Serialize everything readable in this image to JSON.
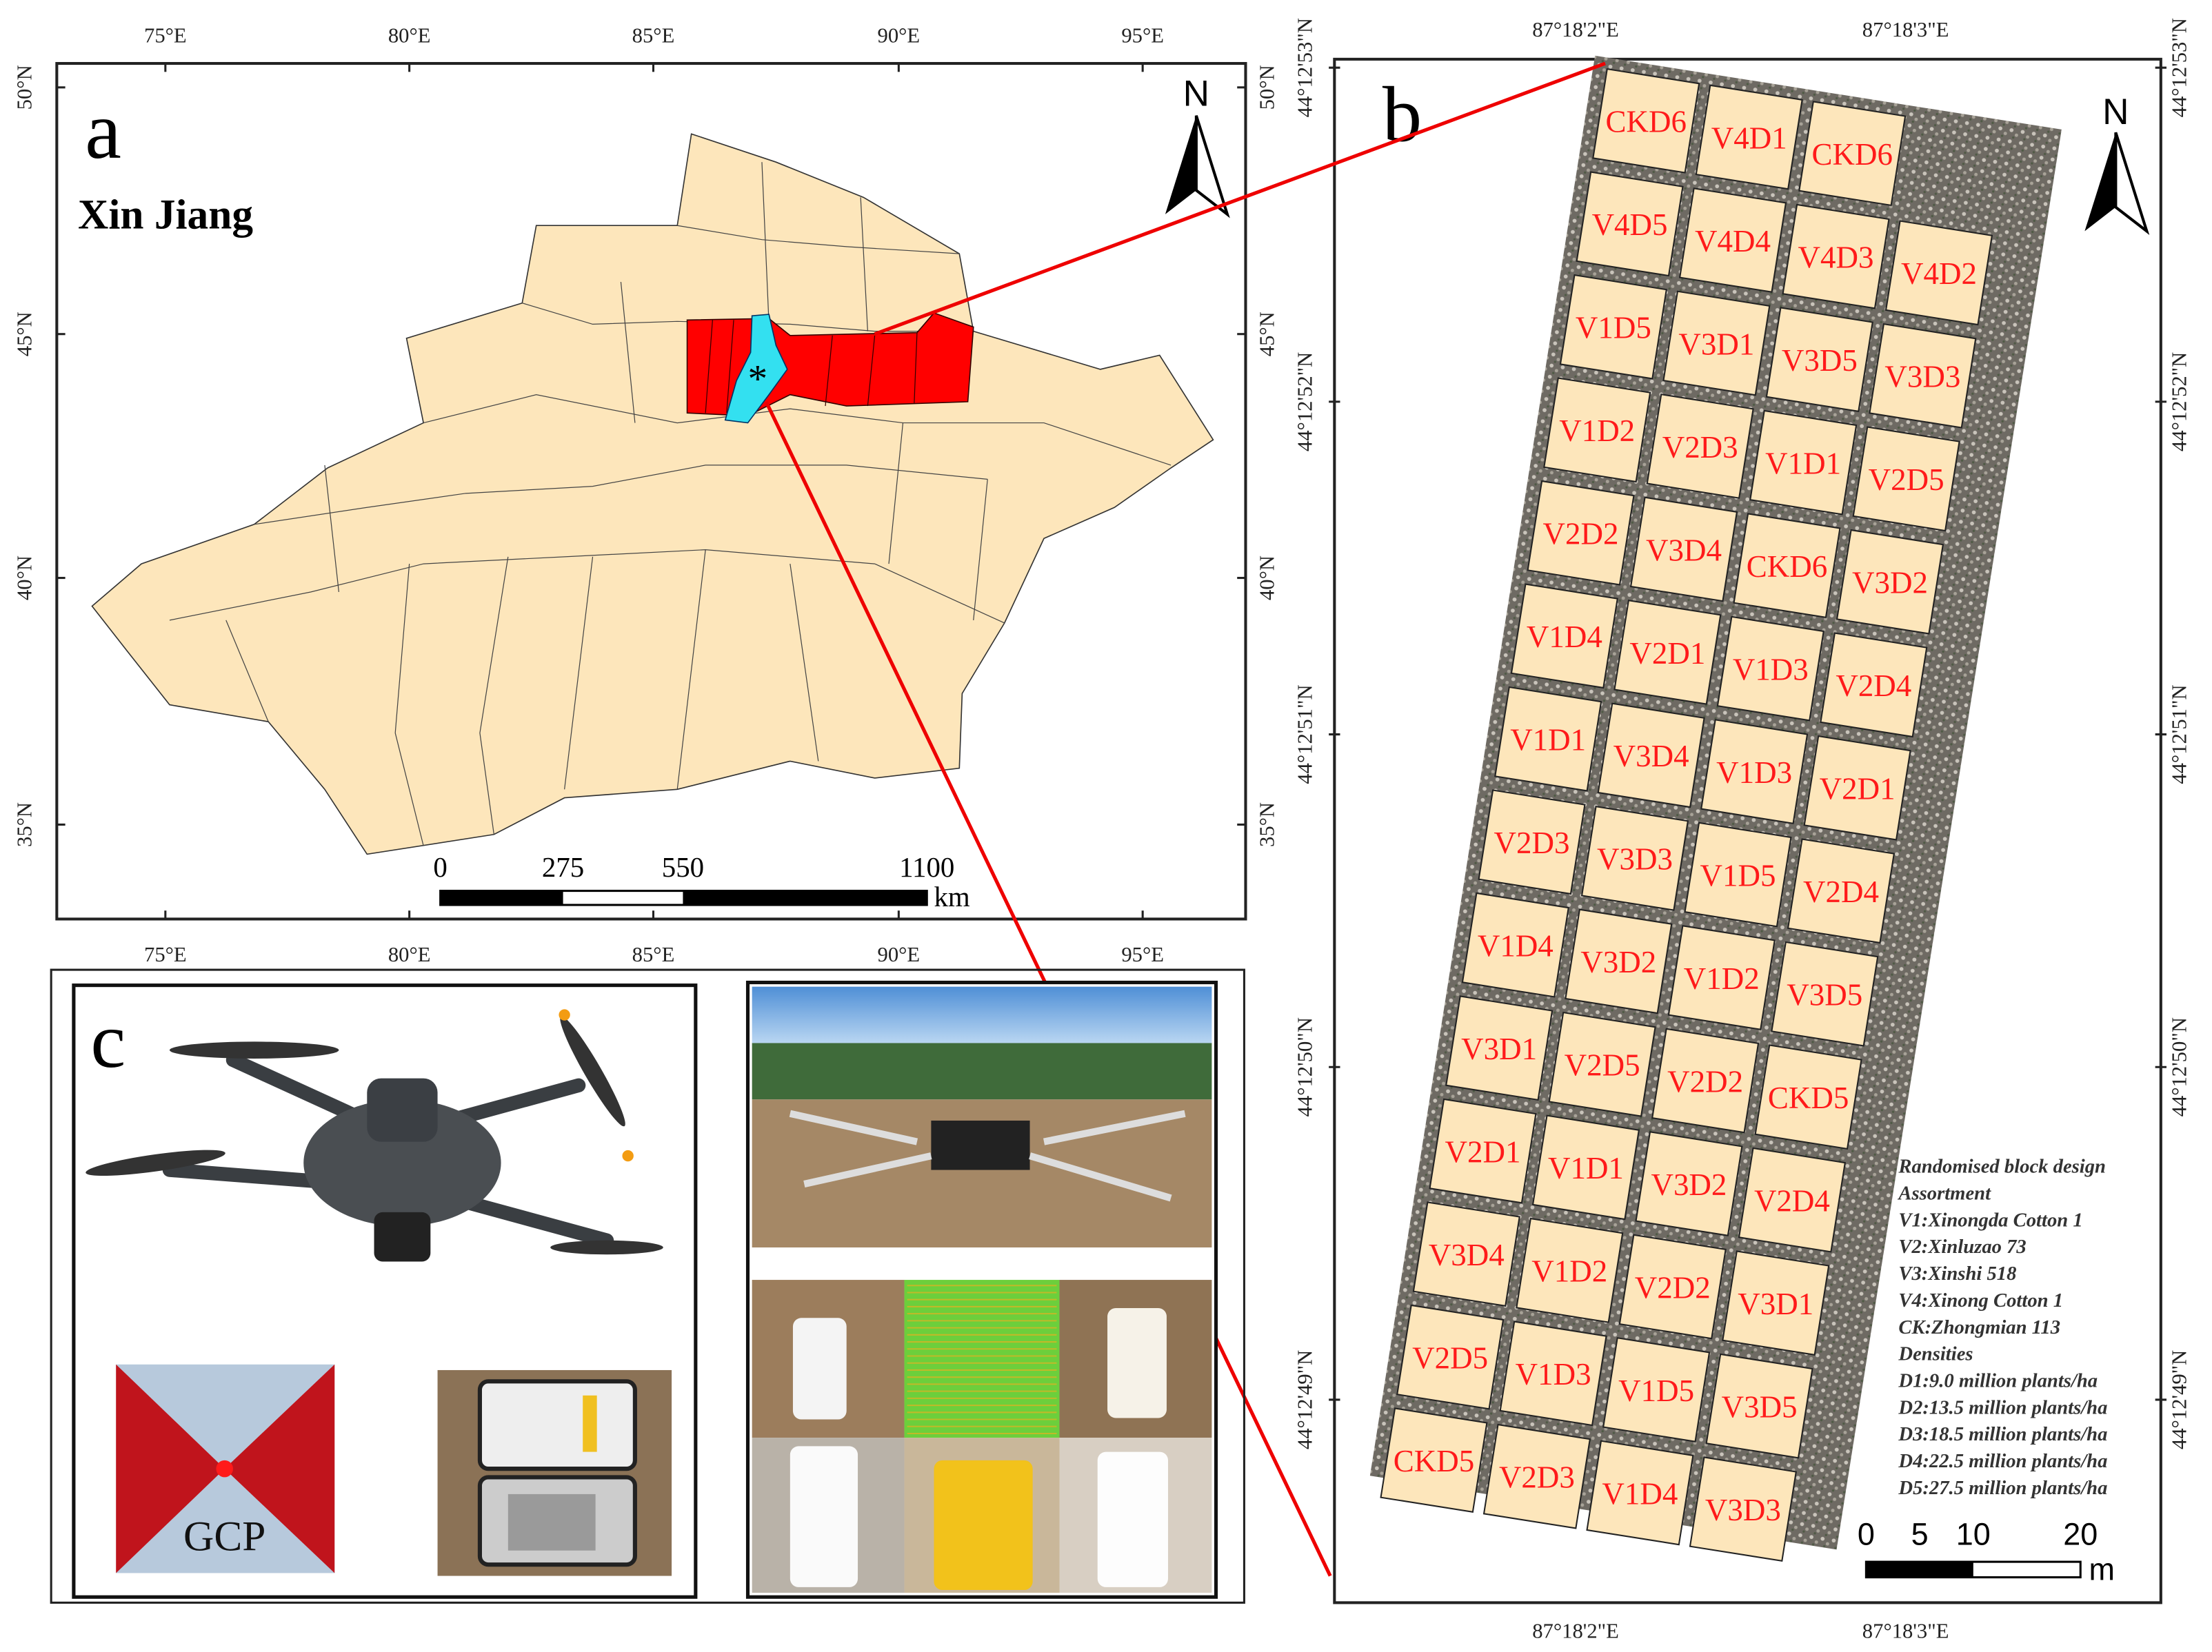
{
  "panel_a": {
    "label": "a",
    "region_name": "Xin Jiang",
    "north_label": "N",
    "lon_ticks": [
      "75°E",
      "80°E",
      "85°E",
      "90°E",
      "95°E"
    ],
    "lat_ticks": [
      "50°N",
      "45°N",
      "40°N",
      "35°N"
    ],
    "scale_bar": {
      "ticks": [
        "0",
        "275",
        "550",
        "1100"
      ],
      "unit": "km"
    },
    "colors": {
      "land": "#fde6bb",
      "highlight": "#ff0000",
      "study_area": "#33e0f0"
    }
  },
  "panel_b": {
    "label": "b",
    "north_label": "N",
    "lon_ticks": [
      "87°18'2\"E",
      "87°18'3\"E"
    ],
    "lat_ticks": [
      "44°12'53\"N",
      "44°12'52\"N",
      "44°12'51\"N",
      "44°12'50\"N",
      "44°12'49\"N"
    ],
    "plots": [
      [
        "CKD6",
        "V4D1",
        "CKD6"
      ],
      [
        "V4D5",
        "V4D4",
        "V4D3",
        "V4D2"
      ],
      [
        "V1D5",
        "V3D1",
        "V3D5",
        "V3D3"
      ],
      [
        "V1D2",
        "V2D3",
        "V1D1",
        "V2D5"
      ],
      [
        "V2D2",
        "V3D4",
        "CKD6",
        "V3D2"
      ],
      [
        "V1D4",
        "V2D1",
        "V1D3",
        "V2D4"
      ],
      [
        "V1D1",
        "V3D4",
        "V1D3",
        "V2D1"
      ],
      [
        "V2D3",
        "V3D3",
        "V1D5",
        "V2D4"
      ],
      [
        "V1D4",
        "V3D2",
        "V1D2",
        "V3D5"
      ],
      [
        "V3D1",
        "V2D5",
        "V2D2",
        "CKD5"
      ],
      [
        "V2D1",
        "V1D1",
        "V3D2",
        "V2D4"
      ],
      [
        "V3D4",
        "V1D2",
        "V2D2",
        "V3D1"
      ],
      [
        "V2D5",
        "V1D3",
        "V1D5",
        "V3D5"
      ],
      [
        "CKD5",
        "V2D3",
        "V1D4",
        "V3D3"
      ]
    ],
    "legend": [
      "Randomised block design",
      "Assortment",
      "V1:Xinongda Cotton 1",
      "V2:Xinluzao 73",
      "V3:Xinshi 518",
      "V4:Xinong Cotton 1",
      "CK:Zhongmian 113",
      "Densities",
      "D1:9.0 million plants/ha",
      "D2:13.5 million plants/ha",
      "D3:18.5 million plants/ha",
      "D4:22.5 million plants/ha",
      "D5:27.5 million plants/ha"
    ],
    "scale_bar": {
      "ticks": [
        "0",
        "5",
        "10",
        "20"
      ],
      "unit": "m"
    },
    "colors": {
      "plot_fill": "#fde6bb",
      "plot_label": "#ff1a1a"
    }
  },
  "panel_c": {
    "label": "c",
    "gcp_label": "GCP"
  }
}
